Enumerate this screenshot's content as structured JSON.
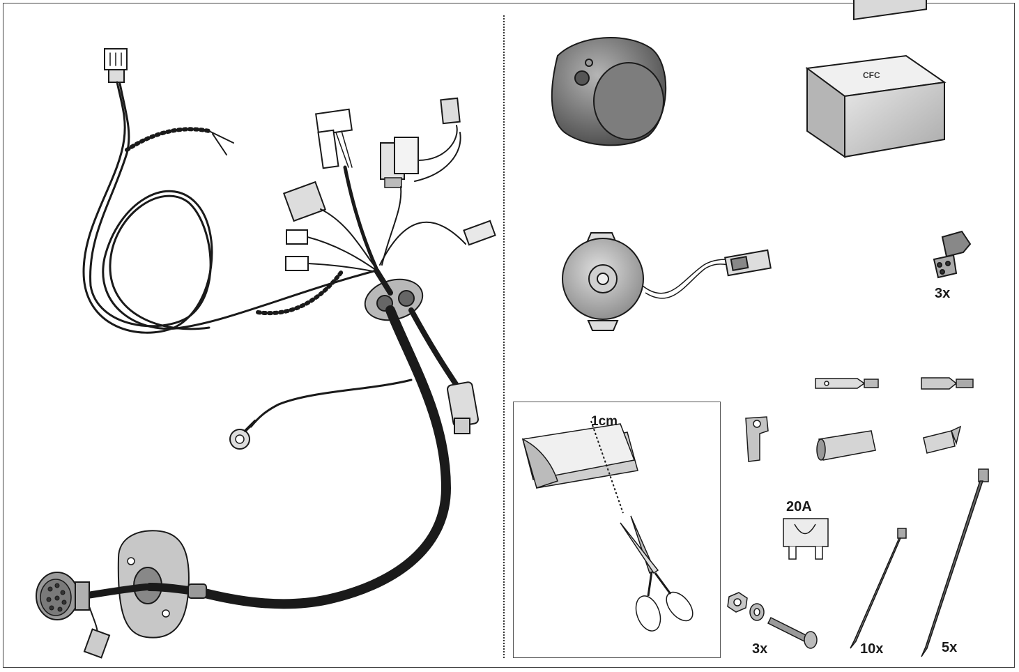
{
  "labels": {
    "module_qty": "3x",
    "measure": "1cm",
    "fuse": "20A",
    "bolt_set_qty": "3x",
    "small_tie_qty": "10x",
    "large_tie_qty": "5x"
  },
  "module_brand": "CFC",
  "colors": {
    "line": "#1a1a1a",
    "part_gray": "#8e8e8e",
    "light_gray": "#cfcfcf",
    "dark_gray": "#555555"
  }
}
